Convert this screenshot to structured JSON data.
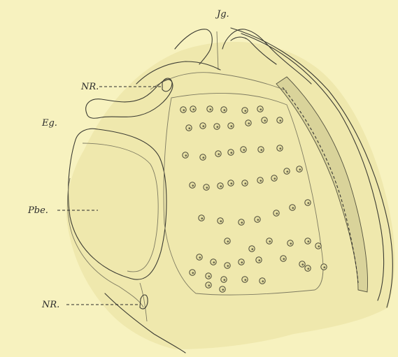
{
  "figure": {
    "labels": {
      "jg": "Jg.",
      "nr_top": "NR.",
      "eg": "Eg.",
      "pbe": "Pbe.",
      "nr_bottom": "NR."
    },
    "colors": {
      "paper": "#f7f2bf",
      "ink": "#3b3b32",
      "shading": "#d9d39a"
    }
  }
}
